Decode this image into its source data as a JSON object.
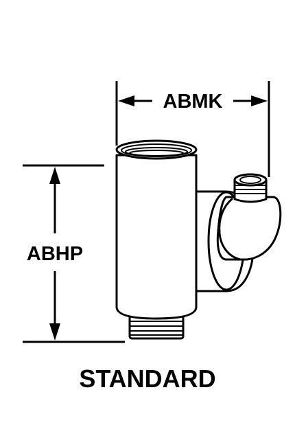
{
  "diagram": {
    "dimension_width_label": "ABMK",
    "dimension_height_label": "ABHP",
    "caption": "STANDARD"
  },
  "colors": {
    "line": "#000000",
    "background": "#ffffff"
  }
}
